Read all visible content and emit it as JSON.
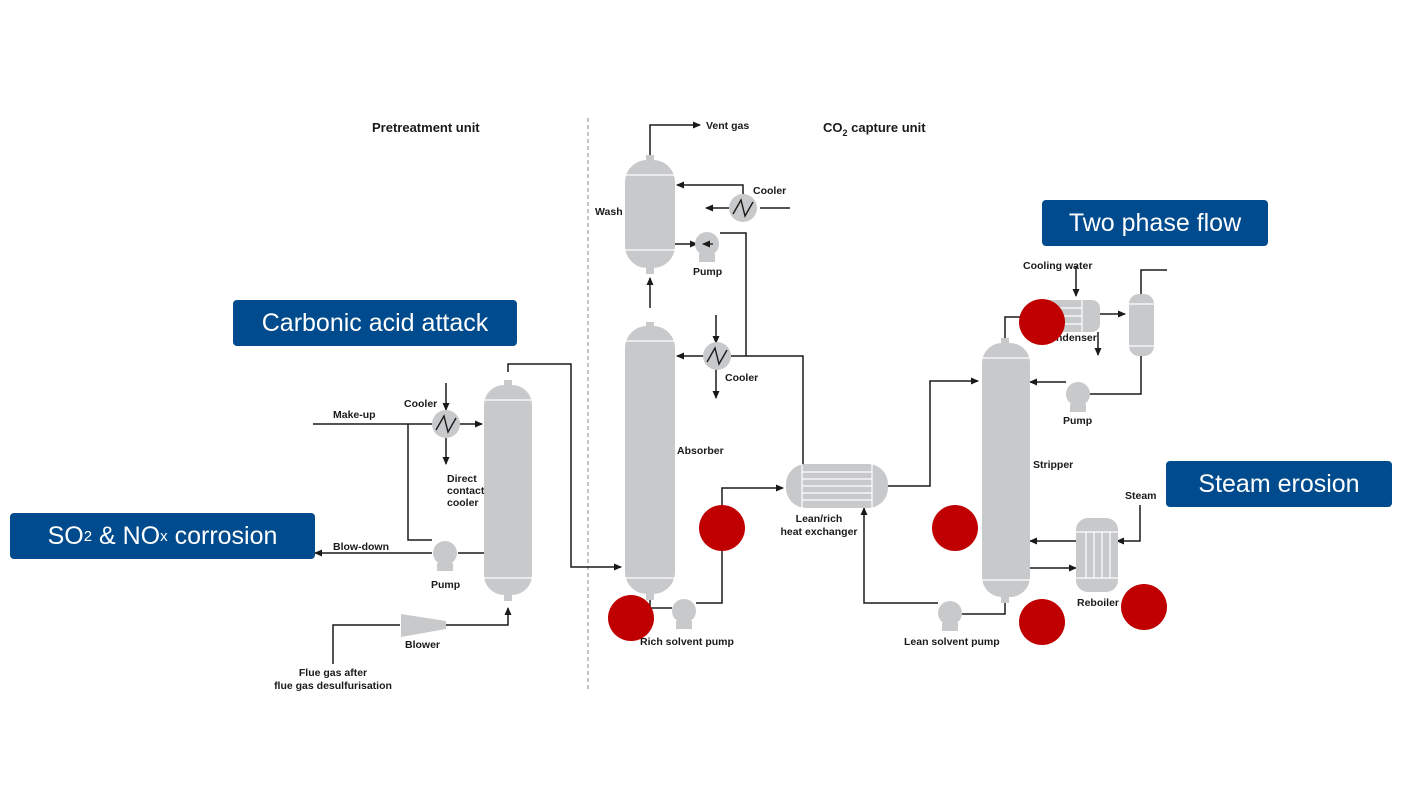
{
  "headers": {
    "pretreatment": "Pretreatment unit",
    "capture_prefix": "CO",
    "capture_sub": "2",
    "capture_suffix": " capture unit"
  },
  "labels": {
    "vent_gas": "Vent gas",
    "wash": "Wash",
    "cooler_top": "Cooler",
    "pump_wash": "Pump",
    "cooler_mid": "Cooler",
    "absorber": "Absorber",
    "make_up": "Make-up",
    "cooler_left": "Cooler",
    "dcc_line1": "Direct",
    "dcc_line2": "contact",
    "dcc_line3": "cooler",
    "blow_down": "Blow-down",
    "pump_left": "Pump",
    "blower": "Blower",
    "flue_line1": "Flue gas after",
    "flue_line2": "flue gas desulfurisation",
    "rich_pump": "Rich solvent pump",
    "hx_line1": "Lean/rich",
    "hx_line2": "heat exchanger",
    "lean_pump": "Lean solvent pump",
    "stripper": "Stripper",
    "cooling_water": "Cooling water",
    "condenser": "Condenser",
    "pump_right": "Pump",
    "steam": "Steam",
    "reboiler": "Reboiler"
  },
  "callouts": {
    "two_phase": "Two phase flow",
    "carbonic": "Carbonic acid attack",
    "steam_erosion": "Steam erosion",
    "so2_p1": "SO",
    "so2_sub1": "2",
    "so2_p2": " & NO",
    "so2_sub2": "x",
    "so2_p3": " corrosion"
  },
  "colors": {
    "callout_bg": "#004b8d",
    "marker": "#c00000",
    "equipment": "#c8c9cb"
  }
}
